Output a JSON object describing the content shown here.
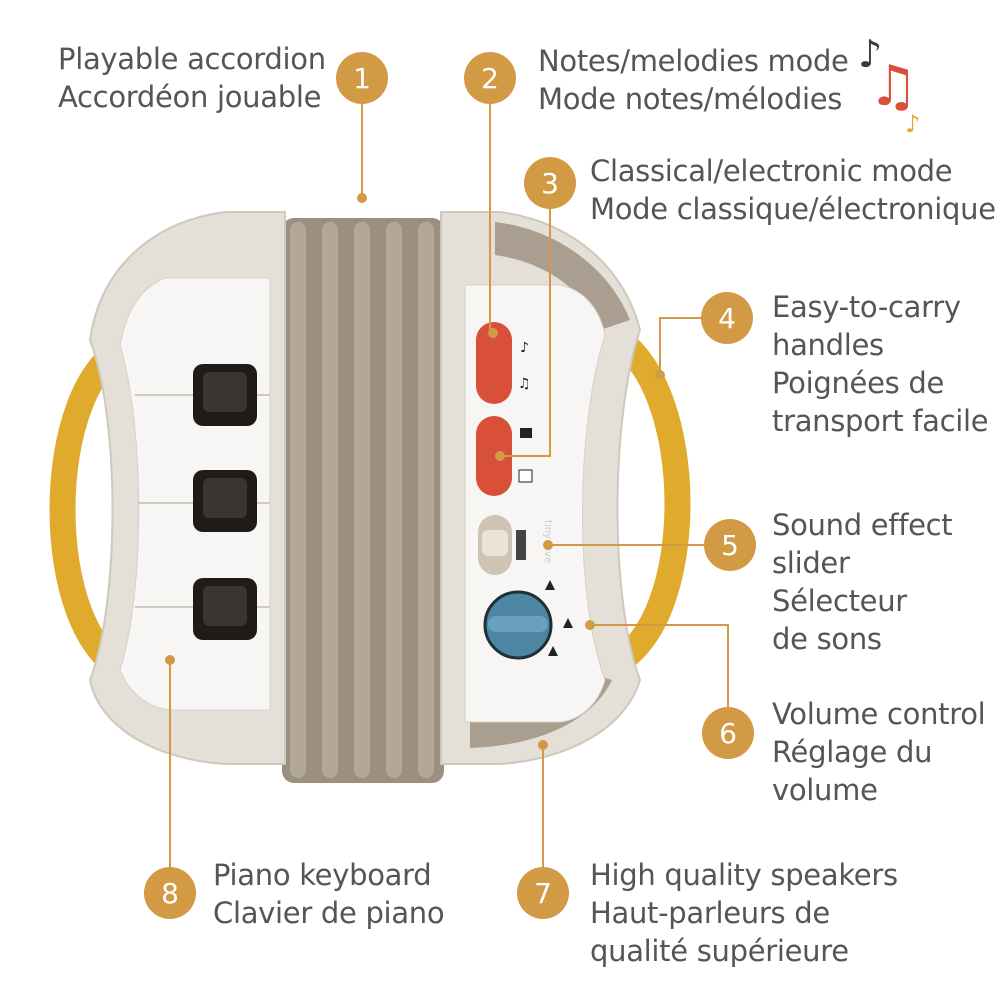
{
  "colors": {
    "badge": "#d39a45",
    "text": "#555555",
    "handle": "#e0aa2c",
    "button": "#d9503a",
    "knob": "#4d86a3",
    "bellows": "#9b8f80"
  },
  "callouts": [
    {
      "number": "1",
      "lines": [
        "Playable accordion",
        "Accordéon jouable"
      ]
    },
    {
      "number": "2",
      "lines": [
        "Notes/melodies mode",
        "Mode notes/mélodies"
      ]
    },
    {
      "number": "3",
      "lines": [
        "Classical/electronic mode",
        "Mode classique/électronique"
      ]
    },
    {
      "number": "4",
      "lines": [
        "Easy-to-carry",
        "handles",
        "Poignées de",
        "transport facile"
      ]
    },
    {
      "number": "5",
      "lines": [
        "Sound effect",
        "slider",
        "Sélecteur",
        "de sons"
      ]
    },
    {
      "number": "6",
      "lines": [
        "Volume control",
        "Réglage du",
        "volume"
      ]
    },
    {
      "number": "7",
      "lines": [
        "High quality speakers",
        "Haut-parleurs de",
        "qualité supérieure"
      ]
    },
    {
      "number": "8",
      "lines": [
        "Piano keyboard",
        "Clavier de piano"
      ]
    }
  ],
  "decorations": {
    "notes_icon": "music-notes",
    "logo": "tiny love"
  }
}
